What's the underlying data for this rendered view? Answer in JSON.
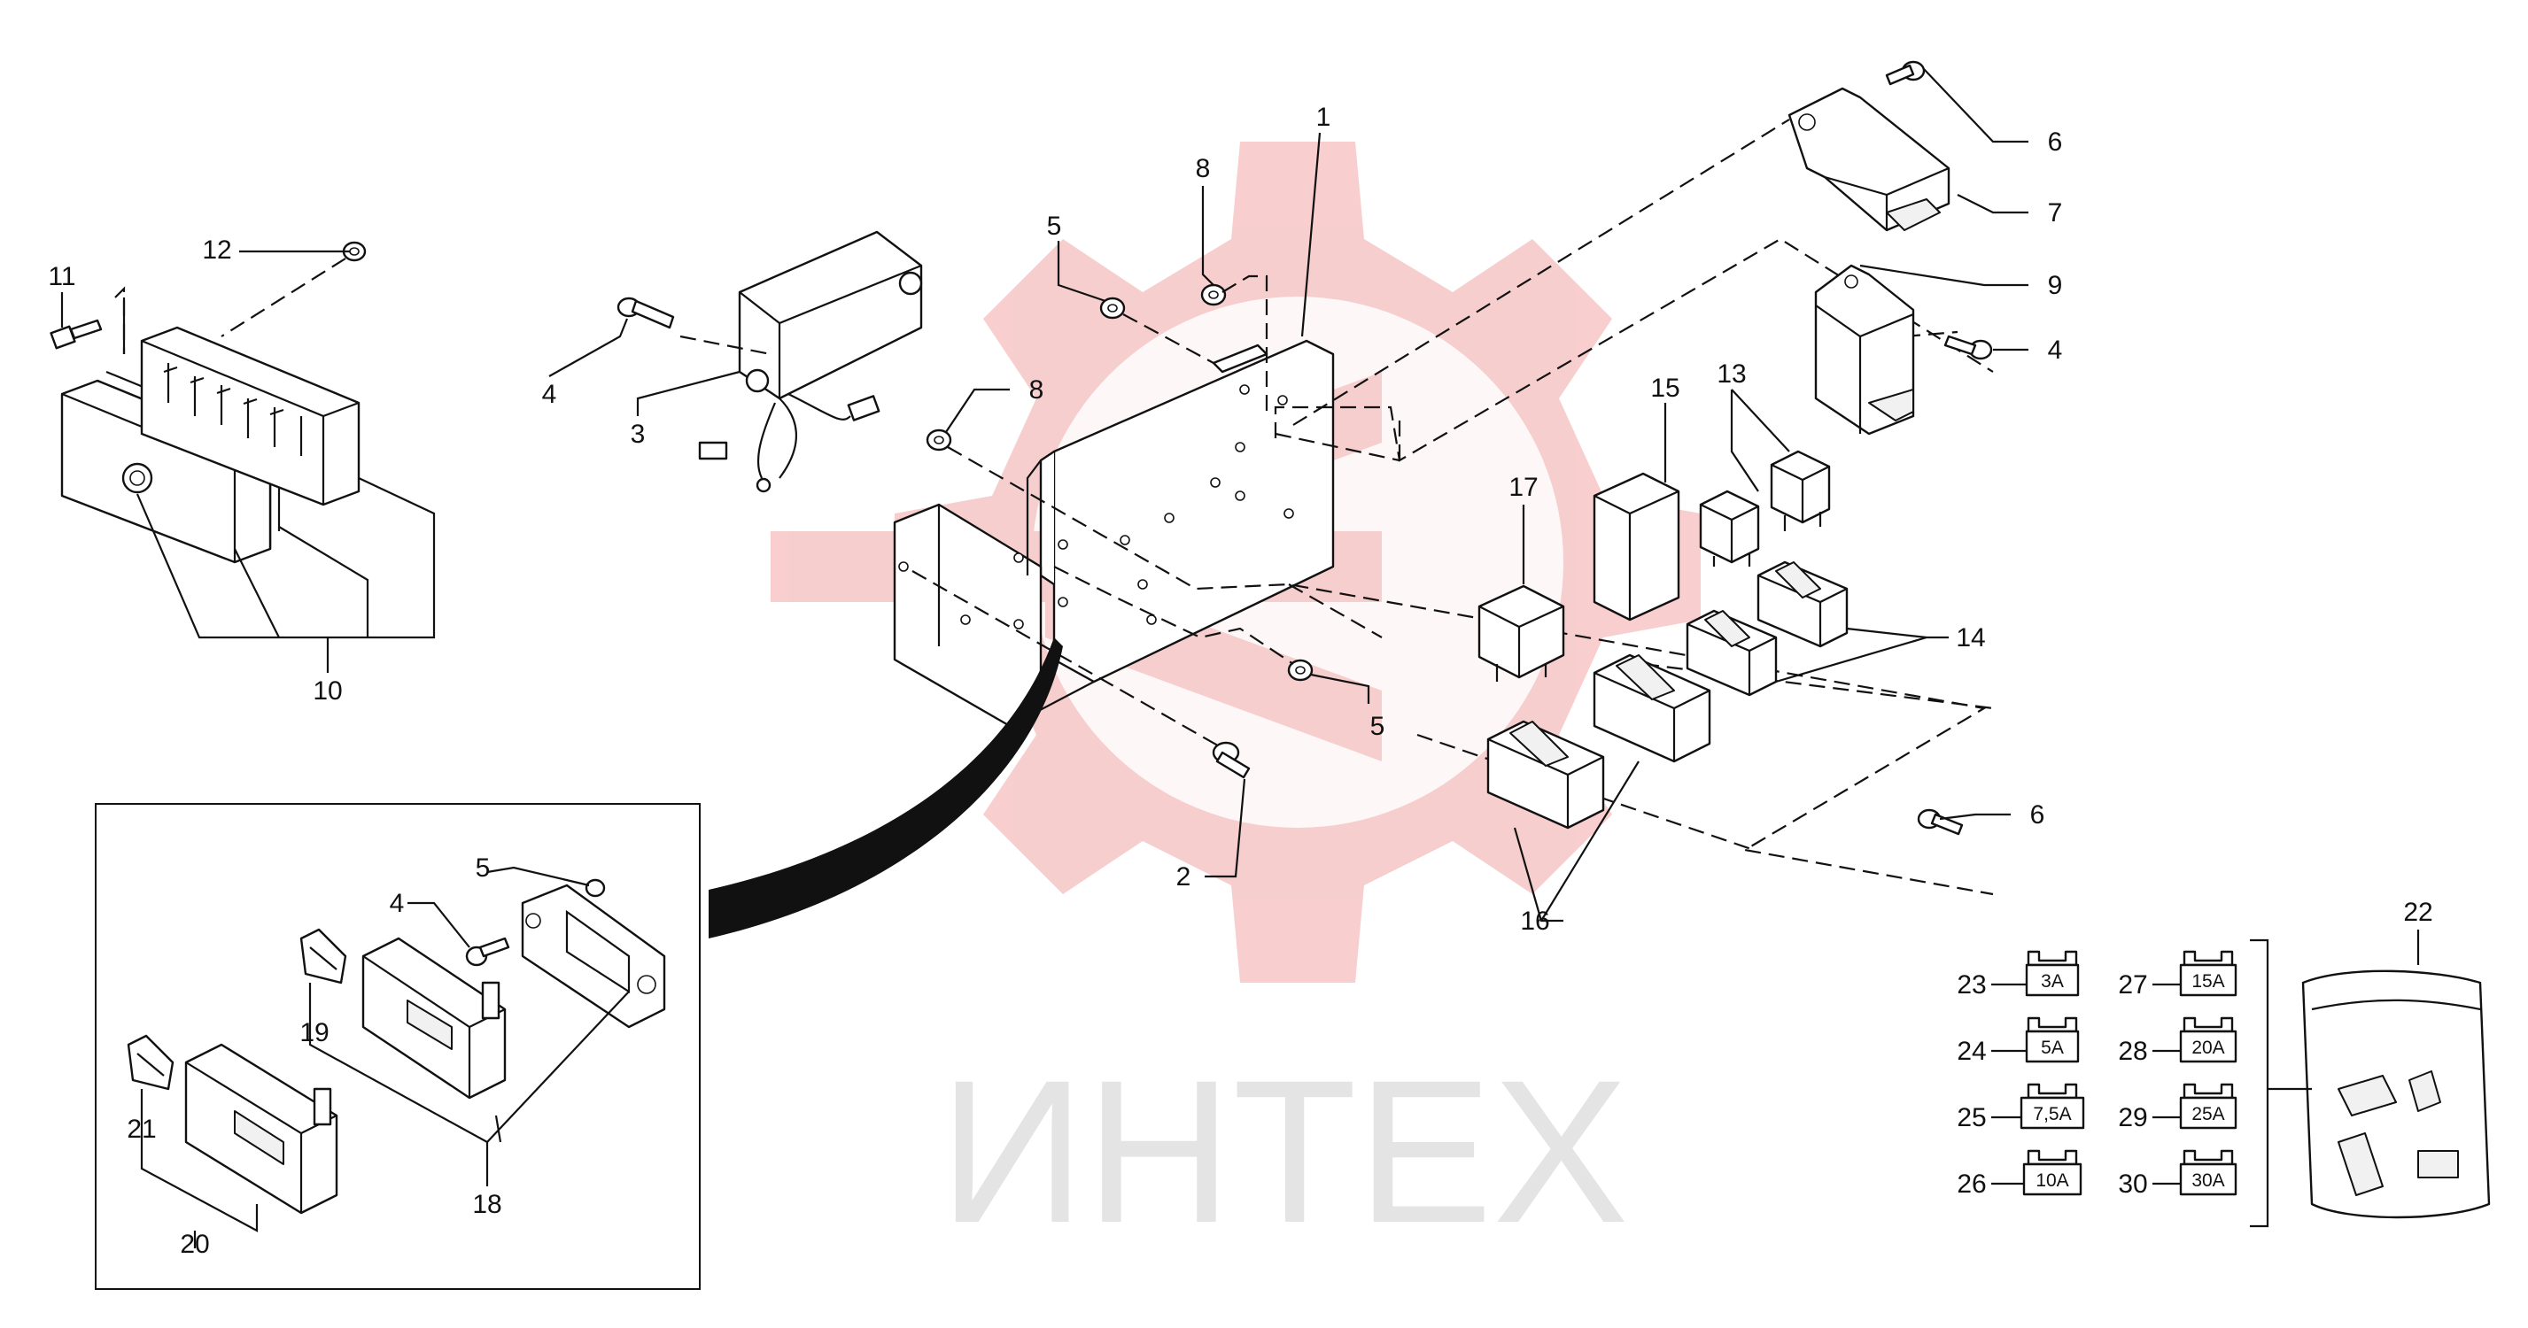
{
  "watermark": {
    "text": "ИНТЕХ",
    "color": "#f1a6a6"
  },
  "callouts": [
    {
      "id": "c1",
      "text": "1"
    },
    {
      "id": "c2",
      "text": "2"
    },
    {
      "id": "c3",
      "text": "3"
    },
    {
      "id": "c4a",
      "text": "4"
    },
    {
      "id": "c4b",
      "text": "4"
    },
    {
      "id": "c4c",
      "text": "4"
    },
    {
      "id": "c5a",
      "text": "5"
    },
    {
      "id": "c5b",
      "text": "5"
    },
    {
      "id": "c5c",
      "text": "5"
    },
    {
      "id": "c6a",
      "text": "6"
    },
    {
      "id": "c6b",
      "text": "6"
    },
    {
      "id": "c7",
      "text": "7"
    },
    {
      "id": "c8a",
      "text": "8"
    },
    {
      "id": "c8b",
      "text": "8"
    },
    {
      "id": "c9",
      "text": "9"
    },
    {
      "id": "c10",
      "text": "10"
    },
    {
      "id": "c11",
      "text": "11"
    },
    {
      "id": "c12",
      "text": "12"
    },
    {
      "id": "c13",
      "text": "13"
    },
    {
      "id": "c14",
      "text": "14"
    },
    {
      "id": "c15",
      "text": "15"
    },
    {
      "id": "c16",
      "text": "16"
    },
    {
      "id": "c17",
      "text": "17"
    },
    {
      "id": "c18",
      "text": "18"
    },
    {
      "id": "c19",
      "text": "19"
    },
    {
      "id": "c20",
      "text": "20"
    },
    {
      "id": "c21",
      "text": "21"
    },
    {
      "id": "c22",
      "text": "22"
    }
  ],
  "fuses": [
    {
      "number": "23",
      "rating": "3A"
    },
    {
      "number": "24",
      "rating": "5A"
    },
    {
      "number": "25",
      "rating": "7,5A"
    },
    {
      "number": "26",
      "rating": "10A"
    },
    {
      "number": "27",
      "rating": "15A"
    },
    {
      "number": "28",
      "rating": "20A"
    },
    {
      "number": "29",
      "rating": "25A"
    },
    {
      "number": "30",
      "rating": "30A"
    }
  ]
}
